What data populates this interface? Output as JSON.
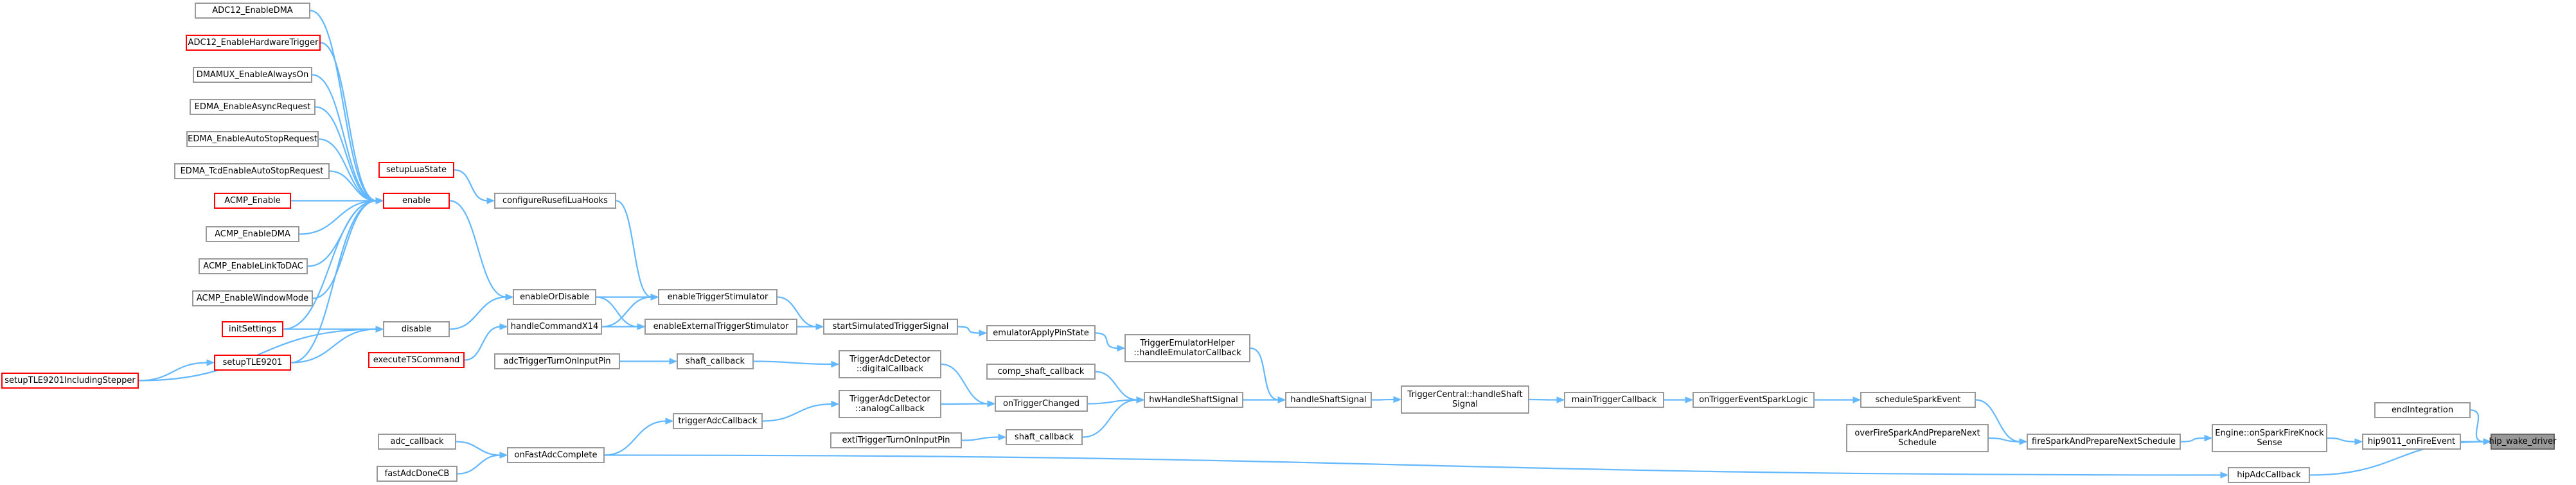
{
  "graph": {
    "edge_color": "#63b8ff",
    "node_border_color": "#999999",
    "missing_doc_border_color": "#ff0000",
    "root_fill_color": "#999999",
    "nodes": [
      {
        "id": "hip_wake_driver",
        "label": "hip_wake_driver",
        "style": "root"
      },
      {
        "id": "endIntegration",
        "label": "endIntegration",
        "style": "normal"
      },
      {
        "id": "hip9011_onFireEvent",
        "label": "hip9011_onFireEvent",
        "style": "normal"
      },
      {
        "id": "hipAdcCallback",
        "label": "hipAdcCallback",
        "style": "normal"
      },
      {
        "id": "Engine_onSparkFireKnockSense",
        "label": "Engine::onSparkFireKnock\nSense",
        "style": "normal"
      },
      {
        "id": "fireSparkAndPrepareNextSchedule",
        "label": "fireSparkAndPrepareNextSchedule",
        "style": "normal"
      },
      {
        "id": "overFireSparkAndPrepareNextSchedule",
        "label": "overFireSparkAndPrepareNext\nSchedule",
        "style": "normal"
      },
      {
        "id": "scheduleSparkEvent",
        "label": "scheduleSparkEvent",
        "style": "normal"
      },
      {
        "id": "onTriggerEventSparkLogic",
        "label": "onTriggerEventSparkLogic",
        "style": "normal"
      },
      {
        "id": "mainTriggerCallback",
        "label": "mainTriggerCallback",
        "style": "normal"
      },
      {
        "id": "TriggerCentral_handleShaftSignal",
        "label": "TriggerCentral::handleShaft\nSignal",
        "style": "normal"
      },
      {
        "id": "handleShaftSignal",
        "label": "handleShaftSignal",
        "style": "normal"
      },
      {
        "id": "TriggerEmulatorHelper_handleEmulatorCallback",
        "label": "TriggerEmulatorHelper\n::handleEmulatorCallback",
        "style": "normal"
      },
      {
        "id": "hwHandleShaftSignal",
        "label": "hwHandleShaftSignal",
        "style": "normal"
      },
      {
        "id": "emulatorApplyPinState",
        "label": "emulatorApplyPinState",
        "style": "normal"
      },
      {
        "id": "comp_shaft_callback",
        "label": "comp_shaft_callback",
        "style": "normal"
      },
      {
        "id": "onTriggerChanged",
        "label": "onTriggerChanged",
        "style": "normal"
      },
      {
        "id": "shaft_callback_2",
        "label": "shaft_callback",
        "style": "normal"
      },
      {
        "id": "startSimulatedTriggerSignal",
        "label": "startSimulatedTriggerSignal",
        "style": "normal"
      },
      {
        "id": "TriggerAdcDetector_digitalCallback",
        "label": "TriggerAdcDetector\n::digitalCallback",
        "style": "normal"
      },
      {
        "id": "TriggerAdcDetector_analogCallback",
        "label": "TriggerAdcDetector\n::analogCallback",
        "style": "normal"
      },
      {
        "id": "extiTriggerTurnOnInputPin",
        "label": "extiTriggerTurnOnInputPin",
        "style": "normal"
      },
      {
        "id": "enableTriggerStimulator",
        "label": "enableTriggerStimulator",
        "style": "normal"
      },
      {
        "id": "enableExternalTriggerStimulator",
        "label": "enableExternalTriggerStimulator",
        "style": "normal"
      },
      {
        "id": "shaft_callback_1",
        "label": "shaft_callback",
        "style": "normal"
      },
      {
        "id": "triggerAdcCallback",
        "label": "triggerAdcCallback",
        "style": "normal"
      },
      {
        "id": "configureRusefiLuaHooks",
        "label": "configureRusefiLuaHooks",
        "style": "normal"
      },
      {
        "id": "enableOrDisable",
        "label": "enableOrDisable",
        "style": "normal"
      },
      {
        "id": "handleCommandX14",
        "label": "handleCommandX14",
        "style": "normal"
      },
      {
        "id": "adcTriggerTurnOnInputPin",
        "label": "adcTriggerTurnOnInputPin",
        "style": "normal"
      },
      {
        "id": "onFastAdcComplete",
        "label": "onFastAdcComplete",
        "style": "normal"
      },
      {
        "id": "setupLuaState",
        "label": "setupLuaState",
        "style": "missing-doc"
      },
      {
        "id": "enable",
        "label": "enable",
        "style": "missing-doc"
      },
      {
        "id": "disable",
        "label": "disable",
        "style": "normal"
      },
      {
        "id": "executeTSCommand",
        "label": "executeTSCommand",
        "style": "missing-doc"
      },
      {
        "id": "adc_callback",
        "label": "adc_callback",
        "style": "normal"
      },
      {
        "id": "fastAdcDoneCB",
        "label": "fastAdcDoneCB",
        "style": "normal"
      },
      {
        "id": "ADC12_EnableDMA",
        "label": "ADC12_EnableDMA",
        "style": "normal"
      },
      {
        "id": "ADC12_EnableHardwareTrigger",
        "label": "ADC12_EnableHardwareTrigger",
        "style": "missing-doc"
      },
      {
        "id": "DMAMUX_EnableAlwaysOn",
        "label": "DMAMUX_EnableAlwaysOn",
        "style": "normal"
      },
      {
        "id": "EDMA_EnableAsyncRequest",
        "label": "EDMA_EnableAsyncRequest",
        "style": "normal"
      },
      {
        "id": "EDMA_EnableAutoStopRequest",
        "label": "EDMA_EnableAutoStopRequest",
        "style": "normal"
      },
      {
        "id": "EDMA_TcdEnableAutoStopRequest",
        "label": "EDMA_TcdEnableAutoStopRequest",
        "style": "normal"
      },
      {
        "id": "ACMP_Enable",
        "label": "ACMP_Enable",
        "style": "missing-doc"
      },
      {
        "id": "ACMP_EnableDMA",
        "label": "ACMP_EnableDMA",
        "style": "normal"
      },
      {
        "id": "ACMP_EnableLinkToDAC",
        "label": "ACMP_EnableLinkToDAC",
        "style": "normal"
      },
      {
        "id": "ACMP_EnableWindowMode",
        "label": "ACMP_EnableWindowMode",
        "style": "normal"
      },
      {
        "id": "initSettings",
        "label": "initSettings",
        "style": "missing-doc"
      },
      {
        "id": "setupTLE9201",
        "label": "setupTLE9201",
        "style": "missing-doc"
      },
      {
        "id": "setupTLE9201IncludingStepper",
        "label": "setupTLE9201IncludingStepper",
        "style": "missing-doc"
      }
    ],
    "edges": [
      {
        "from": "endIntegration",
        "to": "hip_wake_driver"
      },
      {
        "from": "hip9011_onFireEvent",
        "to": "hip_wake_driver"
      },
      {
        "from": "hipAdcCallback",
        "to": "hip_wake_driver"
      },
      {
        "from": "Engine_onSparkFireKnockSense",
        "to": "hip9011_onFireEvent"
      },
      {
        "from": "fireSparkAndPrepareNextSchedule",
        "to": "Engine_onSparkFireKnockSense"
      },
      {
        "from": "overFireSparkAndPrepareNextSchedule",
        "to": "fireSparkAndPrepareNextSchedule"
      },
      {
        "from": "scheduleSparkEvent",
        "to": "fireSparkAndPrepareNextSchedule"
      },
      {
        "from": "onTriggerEventSparkLogic",
        "to": "scheduleSparkEvent"
      },
      {
        "from": "mainTriggerCallback",
        "to": "onTriggerEventSparkLogic"
      },
      {
        "from": "TriggerCentral_handleShaftSignal",
        "to": "mainTriggerCallback"
      },
      {
        "from": "handleShaftSignal",
        "to": "TriggerCentral_handleShaftSignal"
      },
      {
        "from": "TriggerEmulatorHelper_handleEmulatorCallback",
        "to": "handleShaftSignal"
      },
      {
        "from": "hwHandleShaftSignal",
        "to": "handleShaftSignal"
      },
      {
        "from": "emulatorApplyPinState",
        "to": "TriggerEmulatorHelper_handleEmulatorCallback"
      },
      {
        "from": "comp_shaft_callback",
        "to": "hwHandleShaftSignal"
      },
      {
        "from": "onTriggerChanged",
        "to": "hwHandleShaftSignal"
      },
      {
        "from": "shaft_callback_2",
        "to": "hwHandleShaftSignal"
      },
      {
        "from": "startSimulatedTriggerSignal",
        "to": "emulatorApplyPinState"
      },
      {
        "from": "TriggerAdcDetector_digitalCallback",
        "to": "onTriggerChanged"
      },
      {
        "from": "TriggerAdcDetector_analogCallback",
        "to": "onTriggerChanged"
      },
      {
        "from": "extiTriggerTurnOnInputPin",
        "to": "shaft_callback_2"
      },
      {
        "from": "enableTriggerStimulator",
        "to": "startSimulatedTriggerSignal"
      },
      {
        "from": "enableExternalTriggerStimulator",
        "to": "startSimulatedTriggerSignal"
      },
      {
        "from": "shaft_callback_1",
        "to": "TriggerAdcDetector_digitalCallback"
      },
      {
        "from": "triggerAdcCallback",
        "to": "TriggerAdcDetector_analogCallback"
      },
      {
        "from": "configureRusefiLuaHooks",
        "to": "enableTriggerStimulator"
      },
      {
        "from": "enableOrDisable",
        "to": "enableTriggerStimulator"
      },
      {
        "from": "enableOrDisable",
        "to": "enableExternalTriggerStimulator"
      },
      {
        "from": "handleCommandX14",
        "to": "enableTriggerStimulator"
      },
      {
        "from": "handleCommandX14",
        "to": "enableExternalTriggerStimulator"
      },
      {
        "from": "adcTriggerTurnOnInputPin",
        "to": "shaft_callback_1"
      },
      {
        "from": "onFastAdcComplete",
        "to": "triggerAdcCallback"
      },
      {
        "from": "onFastAdcComplete",
        "to": "hipAdcCallback"
      },
      {
        "from": "setupLuaState",
        "to": "configureRusefiLuaHooks"
      },
      {
        "from": "enable",
        "to": "enableOrDisable"
      },
      {
        "from": "disable",
        "to": "enableOrDisable"
      },
      {
        "from": "executeTSCommand",
        "to": "handleCommandX14"
      },
      {
        "from": "adc_callback",
        "to": "onFastAdcComplete"
      },
      {
        "from": "fastAdcDoneCB",
        "to": "onFastAdcComplete"
      },
      {
        "from": "ADC12_EnableDMA",
        "to": "enable"
      },
      {
        "from": "ADC12_EnableHardwareTrigger",
        "to": "enable"
      },
      {
        "from": "DMAMUX_EnableAlwaysOn",
        "to": "enable"
      },
      {
        "from": "EDMA_EnableAsyncRequest",
        "to": "enable"
      },
      {
        "from": "EDMA_EnableAutoStopRequest",
        "to": "enable"
      },
      {
        "from": "EDMA_TcdEnableAutoStopRequest",
        "to": "enable"
      },
      {
        "from": "ACMP_Enable",
        "to": "enable"
      },
      {
        "from": "ACMP_EnableDMA",
        "to": "enable"
      },
      {
        "from": "ACMP_EnableLinkToDAC",
        "to": "enable"
      },
      {
        "from": "ACMP_EnableWindowMode",
        "to": "enable"
      },
      {
        "from": "initSettings",
        "to": "enable"
      },
      {
        "from": "setupTLE9201",
        "to": "enable"
      },
      {
        "from": "initSettings",
        "to": "disable"
      },
      {
        "from": "setupTLE9201",
        "to": "disable"
      },
      {
        "from": "setupTLE9201IncludingStepper",
        "to": "setupTLE9201"
      },
      {
        "from": "setupTLE9201IncludingStepper",
        "to": "disable"
      }
    ]
  }
}
